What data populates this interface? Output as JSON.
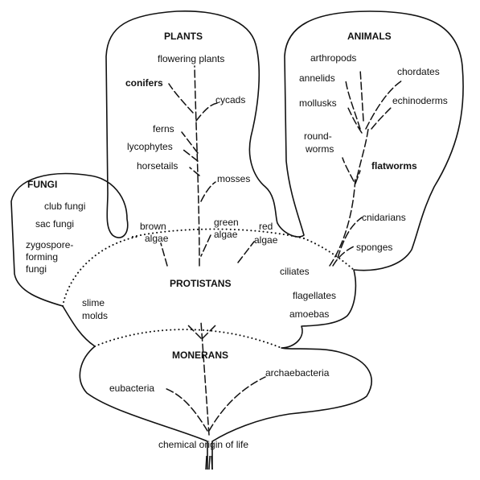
{
  "groups": {
    "plants": "PLANTS",
    "animals": "ANIMALS",
    "fungi": "FUNGI",
    "protistans": "PROTISTANS",
    "monerans": "MONERANS"
  },
  "plants": {
    "flowering": "flowering plants",
    "conifers": "conifers",
    "cycads": "cycads",
    "ferns": "ferns",
    "lycophytes": "lycophytes",
    "horsetails": "horsetails",
    "mosses": "mosses"
  },
  "animals": {
    "arthropods": "arthropods",
    "chordates": "chordates",
    "annelids": "annelids",
    "mollusks": "mollusks",
    "echinoderms": "echinoderms",
    "roundworms_1": "round-",
    "roundworms_2": "worms",
    "flatworms": "flatworms",
    "cnidarians": "cnidarians",
    "sponges": "sponges"
  },
  "fungi": {
    "club": "club fungi",
    "sac": "sac fungi",
    "zygo_1": "zygospore-",
    "zygo_2": "forming",
    "zygo_3": "fungi"
  },
  "protistans": {
    "brown_1": "brown",
    "brown_2": "algae",
    "green_1": "green",
    "green_2": "algae",
    "red_1": "red",
    "red_2": "algae",
    "ciliates": "ciliates",
    "flagellates": "flagellates",
    "amoebas": "amoebas",
    "slime_1": "slime",
    "slime_2": "molds"
  },
  "monerans": {
    "eubacteria": "eubacteria",
    "archaebacteria": "archaebacteria"
  },
  "origin": "chemical origin of life"
}
